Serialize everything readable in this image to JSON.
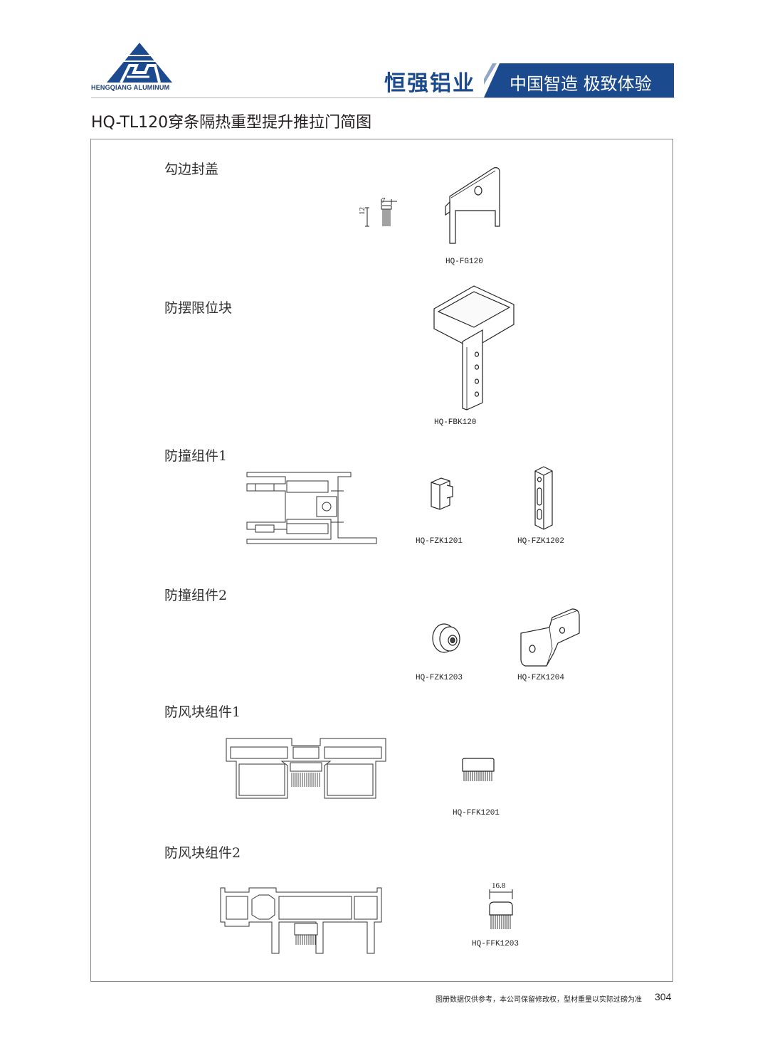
{
  "header": {
    "logo_text": "HENGQIANG ALUMINUM",
    "brand_name": "恒强铝业",
    "slogan": "中国智造 极致体验",
    "brand_color": "#1b4a8f"
  },
  "page_title": "HQ-TL120穿条隔热重型提升推拉门简图",
  "sections": [
    {
      "title": "勾边封盖",
      "parts": [
        "HQ-FG120"
      ],
      "dims": [
        "7",
        "12"
      ]
    },
    {
      "title": "防摆限位块",
      "parts": [
        "HQ-FBK120"
      ]
    },
    {
      "title": "防撞组件1",
      "parts": [
        "HQ-FZK1201",
        "HQ-FZK1202"
      ]
    },
    {
      "title": "防撞组件2",
      "parts": [
        "HQ-FZK1203",
        "HQ-FZK1204"
      ]
    },
    {
      "title": "防风块组件1",
      "parts": [
        "HQ-FFK1201"
      ]
    },
    {
      "title": "防风块组件2",
      "parts": [
        "HQ-FFK1203"
      ],
      "dims": [
        "16.8"
      ]
    }
  ],
  "footer": {
    "note": "图册数据仅供参考，本公司保留修改权，型材重量以实际过磅为准",
    "page_number": "304"
  }
}
